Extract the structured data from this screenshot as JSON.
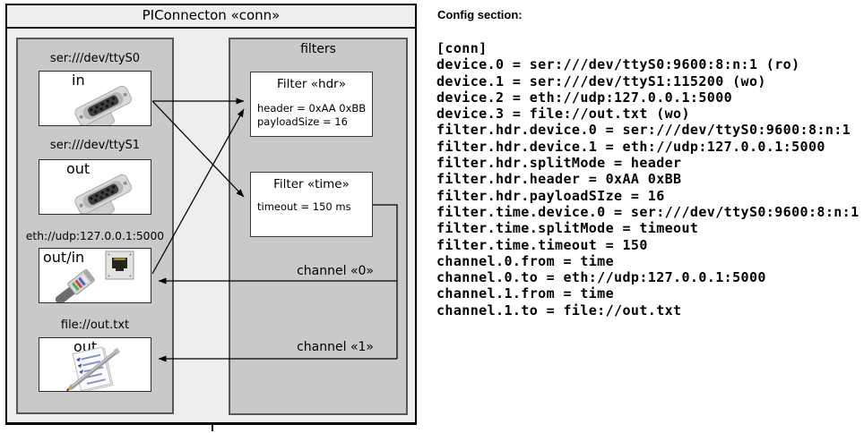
{
  "diagram": {
    "title": "PIConnecton «conn»",
    "devices_panel": {
      "devices": [
        {
          "address": "ser:///dev/ttyS0",
          "mode": "in",
          "icon": "serial-connector-photo"
        },
        {
          "address": "ser:///dev/ttyS1",
          "mode": "out",
          "icon": "serial-connector-photo"
        },
        {
          "address": "eth://udp:127.0.0.1:5000",
          "mode": "out/in",
          "icon": "ethernet-connector-photo"
        },
        {
          "address": "file://out.txt",
          "mode": "out",
          "icon": "notepad-pencil-photo"
        }
      ]
    },
    "filters_panel": {
      "title": "filters",
      "filters": [
        {
          "title": "Filter «hdr»",
          "attrs": [
            "header = 0xAA 0xBB",
            "payloadSize = 16"
          ]
        },
        {
          "title": "Filter «time»",
          "attrs": [
            "timeout = 150 ms"
          ]
        }
      ]
    },
    "channels": [
      {
        "label": "channel «0»"
      },
      {
        "label": "channel «1»"
      }
    ],
    "colors": {
      "outer_background": "#eeeeee",
      "panel_gray": "#c9c9c9",
      "panel_border": "#585858",
      "box_white": "#ffffff",
      "line_black": "#000000"
    }
  },
  "config": {
    "heading": "Config section:",
    "lines": [
      "[conn]",
      "device.0 = ser:///dev/ttyS0:9600:8:n:1 (ro)",
      "device.1 = ser:///dev/ttyS1:115200 (wo)",
      "device.2 = eth://udp:127.0.0.1:5000",
      "device.3 = file://out.txt (wo)",
      "filter.hdr.device.0 = ser:///dev/ttyS0:9600:8:n:1",
      "filter.hdr.device.1 = eth://udp:127.0.0.1:5000",
      "filter.hdr.splitMode = header",
      "filter.hdr.header = 0xAA 0xBB",
      "filter.hdr.payloadSIze = 16",
      "filter.time.device.0 = ser:///dev/ttyS0:9600:8:n:1",
      "filter.time.splitMode = timeout",
      "filter.time.timeout = 150",
      "channel.0.from = time",
      "channel.0.to = eth://udp:127.0.0.1:5000",
      "channel.1.from = time",
      "channel.1.to = file://out.txt"
    ]
  }
}
